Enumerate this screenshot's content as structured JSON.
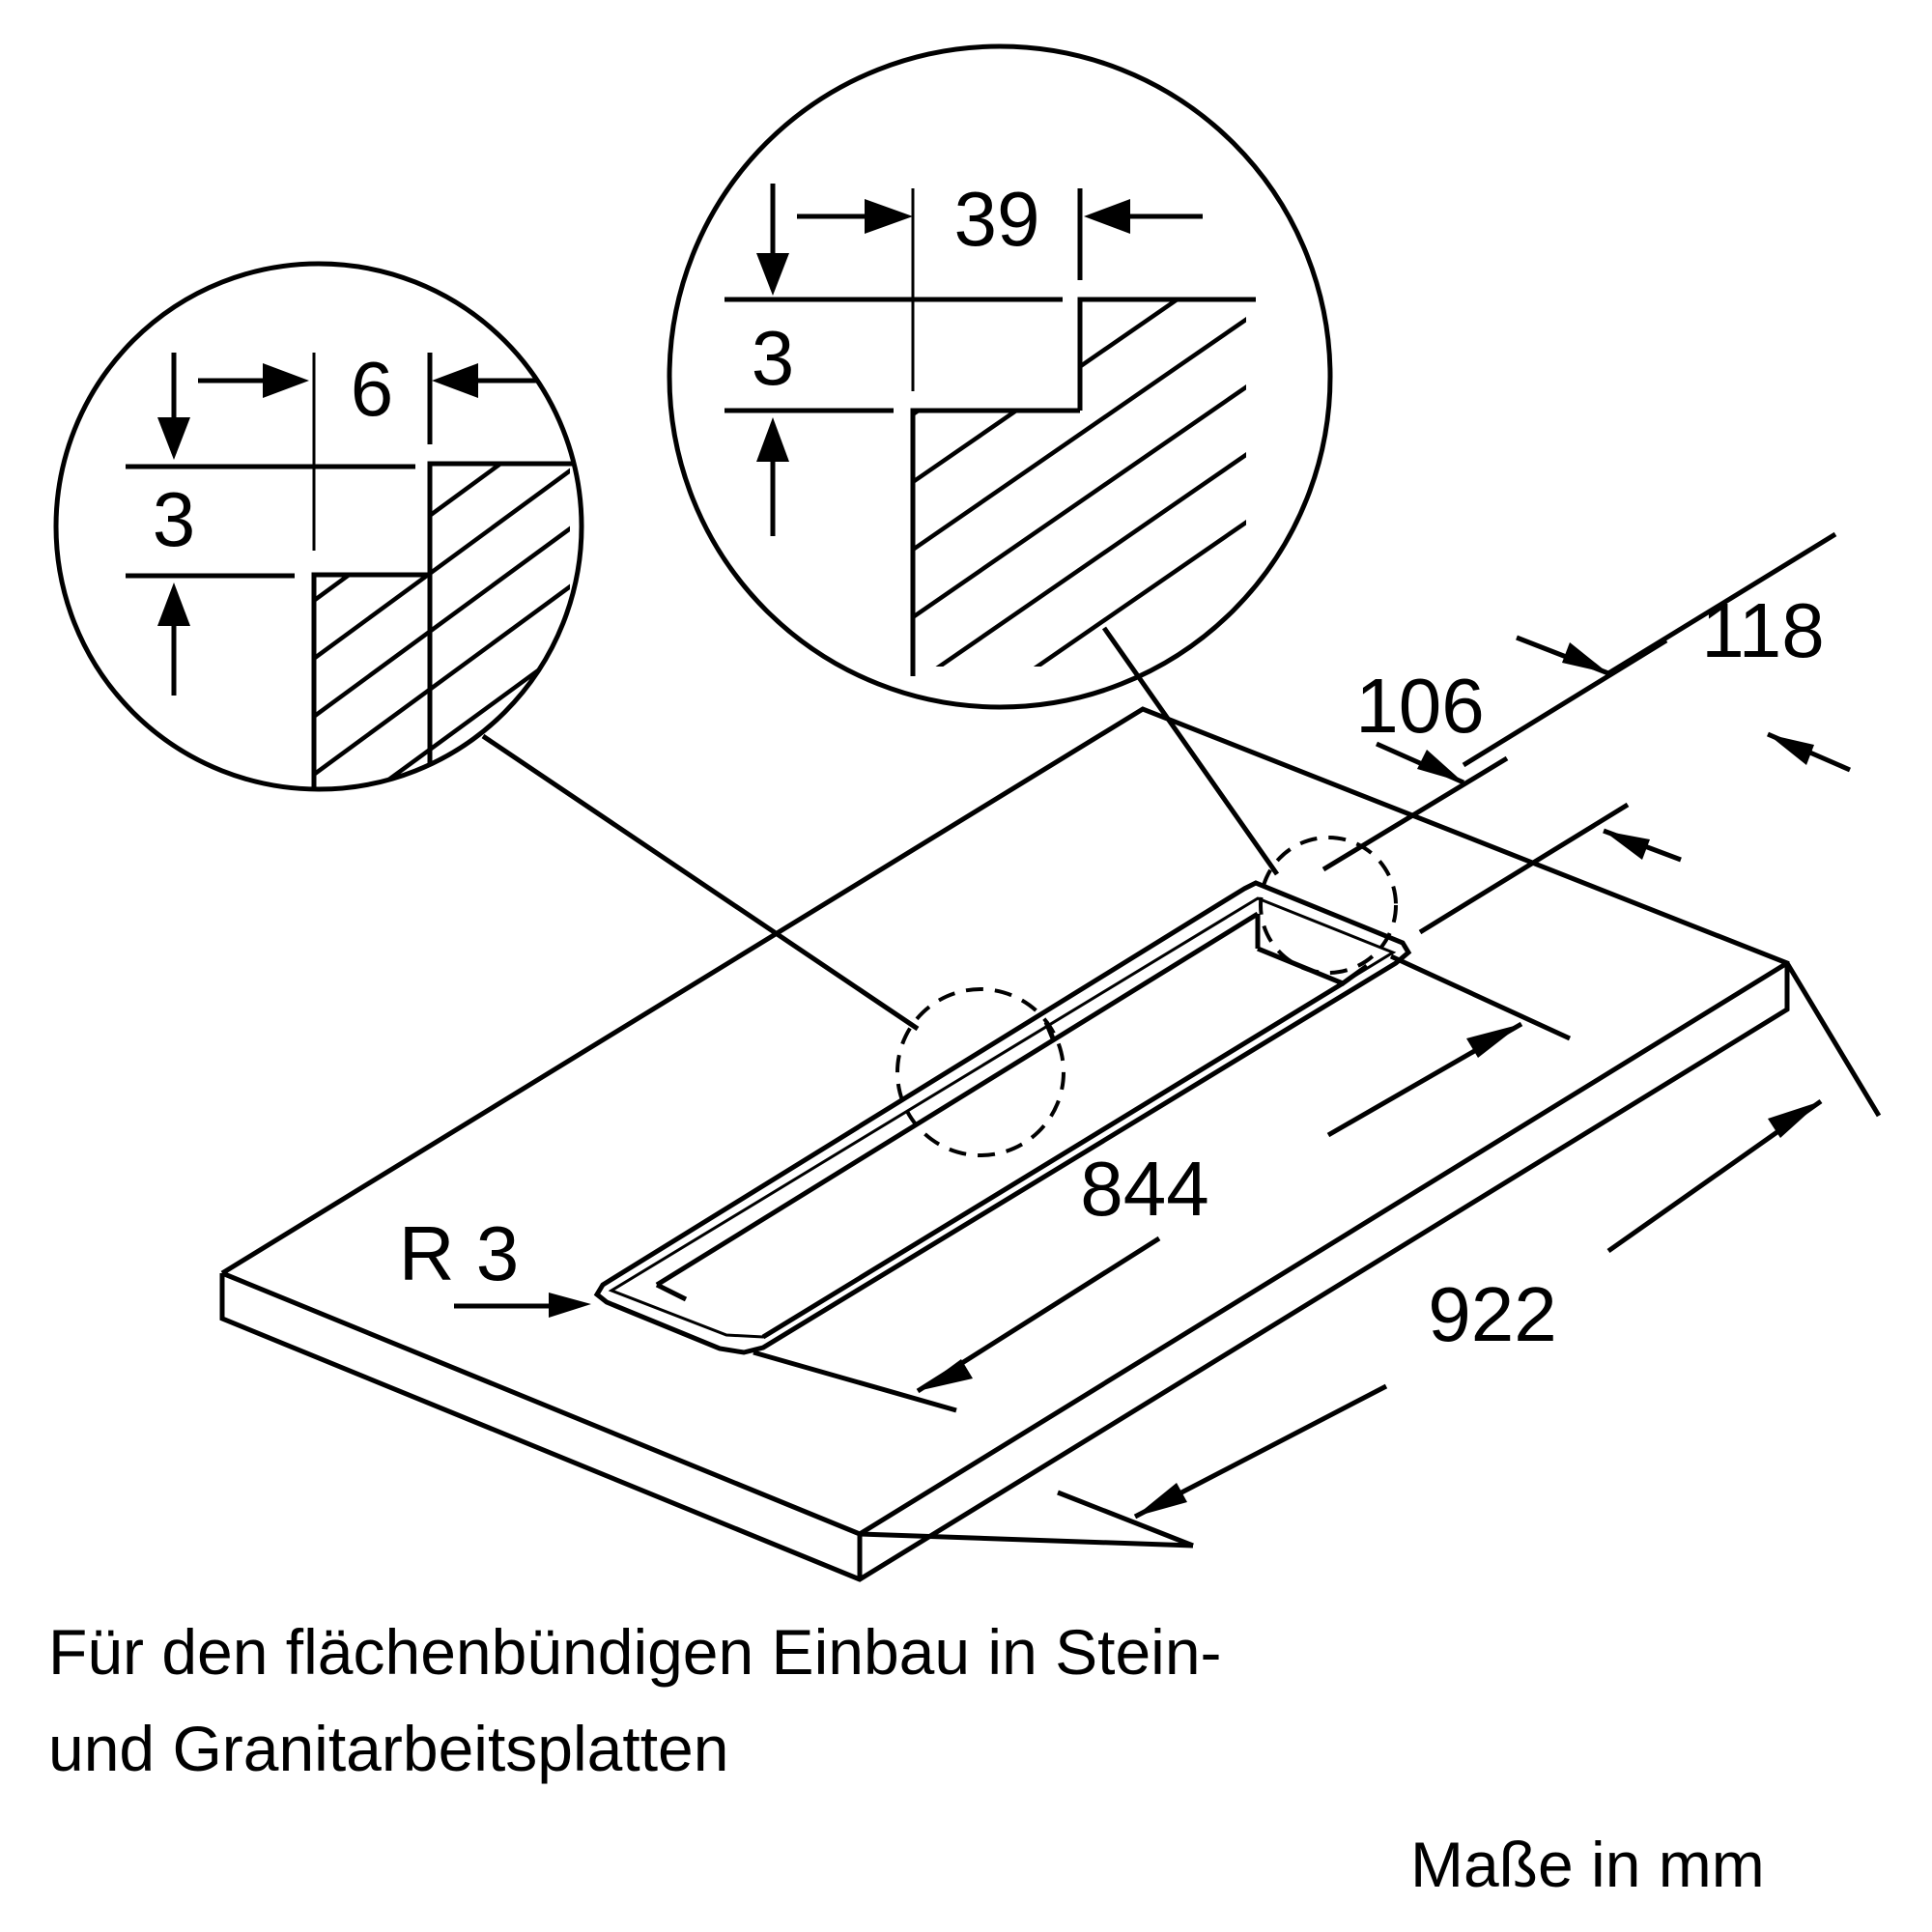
{
  "dimensions": {
    "detail_left_gap": "6",
    "detail_left_depth": "3",
    "detail_right_gap": "39",
    "detail_right_depth": "3",
    "inner_width": "106",
    "outer_width": "118",
    "inner_length": "844",
    "outer_length": "922",
    "corner_radius": "R 3"
  },
  "caption": {
    "line1": "Für den flächenbündigen Einbau in Stein-",
    "line2": "und Granitarbeitsplatten"
  },
  "units_note": "Maße in mm"
}
